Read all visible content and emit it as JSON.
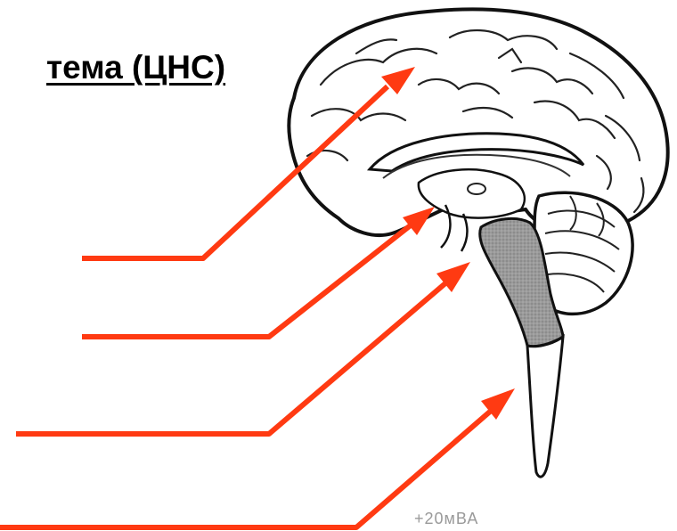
{
  "title": "тема (ЦНС)",
  "watermark": "+20мВА",
  "colors": {
    "arrow": "#ff3a12",
    "brainstem": "#8a8a8a",
    "outline": "#111111",
    "background": "#ffffff"
  },
  "icons": {
    "brain": "brain-sagittal-illustration",
    "pointer": "arrow-line-icon"
  }
}
